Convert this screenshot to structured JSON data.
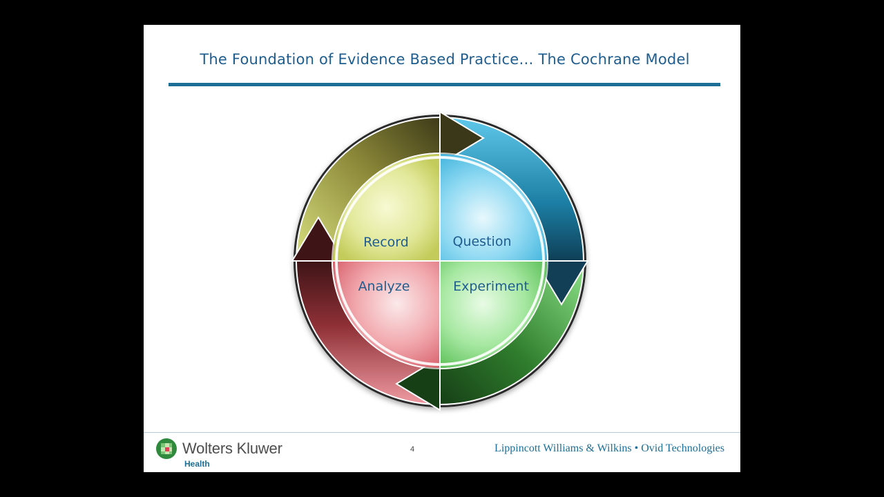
{
  "slide": {
    "title": "The Foundation of Evidence Based Practice… The Cochrane Model"
  },
  "cycle": {
    "quadrants": [
      {
        "key": "record",
        "label": "Record",
        "color": "#dfe78a"
      },
      {
        "key": "question",
        "label": "Question",
        "color": "#7fd3f0"
      },
      {
        "key": "experiment",
        "label": "Experiment",
        "color": "#9ee59a"
      },
      {
        "key": "analyze",
        "label": "Analyze",
        "color": "#f2a0a7"
      }
    ],
    "text_color": "#1f5d8f"
  },
  "footer": {
    "brand": "Wolters Kluwer",
    "brand_sub": "Health",
    "page_number": "4",
    "publisher": "Lippincott Williams & Wilkins • Ovid Technologies"
  },
  "colors": {
    "accent": "#1c6e96",
    "background": "#ffffff",
    "frame": "#000000"
  }
}
